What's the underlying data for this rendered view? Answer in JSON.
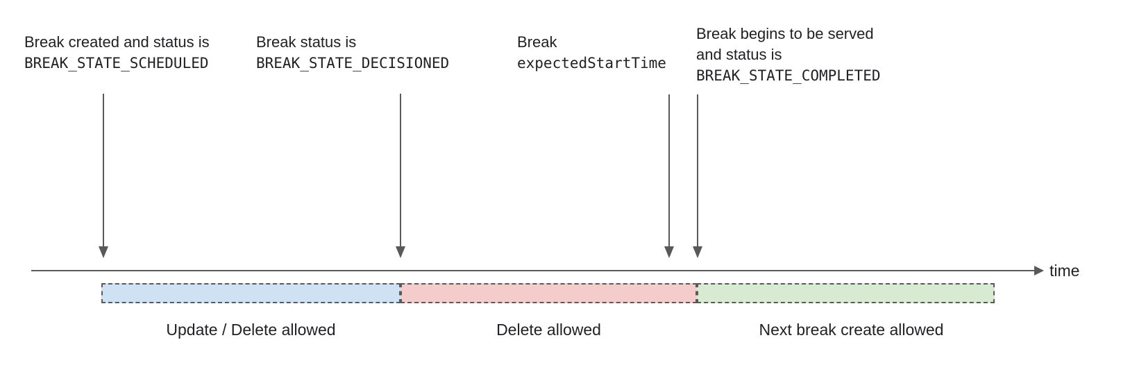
{
  "annotations": [
    {
      "text": "Break created and status is",
      "code": "BREAK_STATE_SCHEDULED"
    },
    {
      "text": "Break status is",
      "code": "BREAK_STATE_DECISIONED"
    },
    {
      "text": "Break",
      "code": "expectedStartTime"
    },
    {
      "text": "Break begins to be served",
      "text2": "and status is",
      "code": "BREAK_STATE_COMPLETED"
    }
  ],
  "timeline": {
    "axis_label": "time"
  },
  "segments": [
    {
      "label": "Update / Delete allowed",
      "color": "#cfe2f3"
    },
    {
      "label": "Delete allowed",
      "color": "#f4cccc"
    },
    {
      "label": "Next break create allowed",
      "color": "#d9ead3"
    }
  ],
  "colors": {
    "arrow": "#595959",
    "segment_border": "#595959",
    "text": "#202124"
  }
}
